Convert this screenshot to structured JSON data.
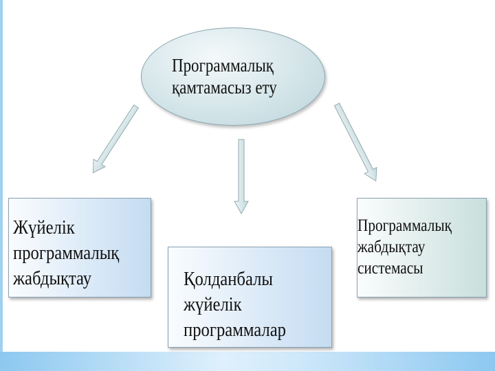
{
  "root": {
    "lines": [
      "Программалық",
      "қамтамасыз ету"
    ]
  },
  "children": [
    {
      "lines": [
        "Жүйелік",
        "программалық",
        "жабдықтау"
      ]
    },
    {
      "lines": [
        "Қолданбалы",
        "жүйелік",
        "программалар"
      ]
    },
    {
      "lines": [
        "Программалық",
        "жабдықтау",
        "системасы"
      ]
    }
  ]
}
